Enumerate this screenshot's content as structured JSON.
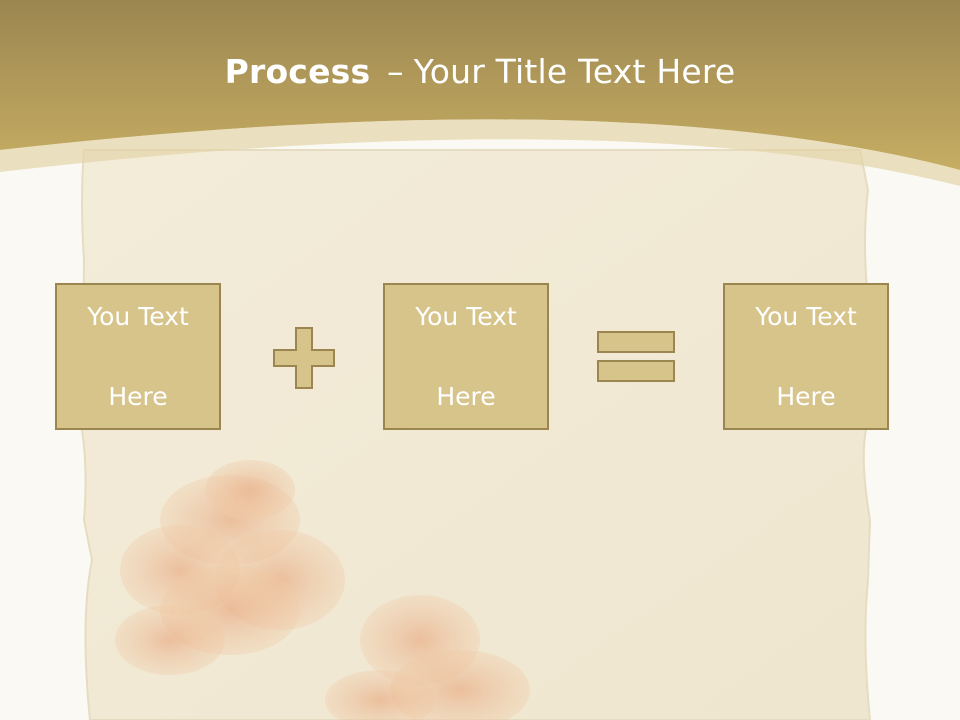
{
  "slide": {
    "title_bold": "Process",
    "title_separator": "–",
    "title_rest": "Your Title Text Here",
    "boxes": [
      {
        "line1": "You Text",
        "line2": "Here"
      },
      {
        "line1": "You Text",
        "line2": "Here"
      },
      {
        "line1": "You Text",
        "line2": "Here"
      }
    ],
    "operators": [
      "plus-icon",
      "equals-icon"
    ]
  },
  "colors": {
    "header_gold": "#b8a05a",
    "box_fill": "#d7c48b",
    "box_border": "#9b8650",
    "background": "#fbf9f3"
  }
}
